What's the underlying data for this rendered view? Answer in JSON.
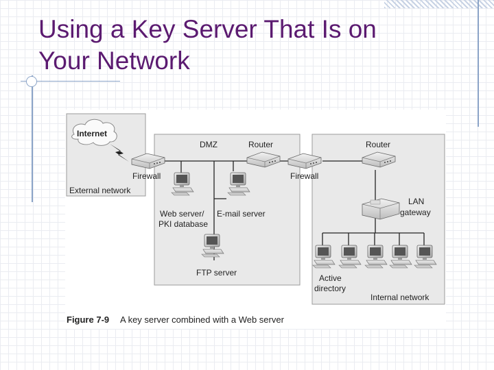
{
  "slide": {
    "title_line1": "Using a Key Server That Is on",
    "title_line2": "Your Network"
  },
  "diagram": {
    "internet": "Internet",
    "external_network": "External network",
    "dmz": "DMZ",
    "router_dmz": "Router",
    "router_internal": "Router",
    "firewall_left": "Firewall",
    "firewall_right": "Firewall",
    "web_server_line1": "Web server/",
    "web_server_line2": "PKI database",
    "email_server": "E-mail server",
    "ftp_server": "FTP server",
    "lan_gateway_line1": "LAN",
    "lan_gateway_line2": "gateway",
    "active_directory_line1": "Active",
    "active_directory_line2": "directory",
    "internal_network": "Internal network",
    "caption_number": "Figure 7-9",
    "caption_text": "A key server combined with a Web server"
  }
}
